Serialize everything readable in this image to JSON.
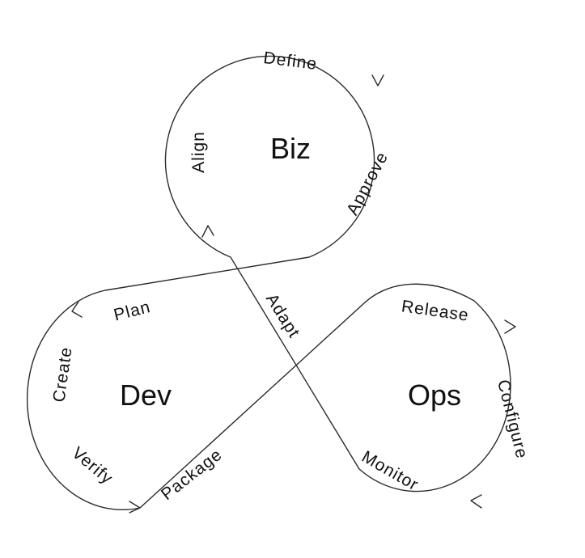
{
  "diagram": {
    "hubs": {
      "biz": "Biz",
      "dev": "Dev",
      "ops": "Ops"
    },
    "steps": {
      "define": "Define",
      "approve": "Approve",
      "align": "Align",
      "plan": "Plan",
      "create": "Create",
      "verify": "Verify",
      "package": "Package",
      "release": "Release",
      "configure": "Configure",
      "monitor": "Monitor",
      "adapt": "Adapt"
    },
    "colors": {
      "line": "#2b2b2b",
      "text": "#111111",
      "background": "#ffffff"
    }
  }
}
